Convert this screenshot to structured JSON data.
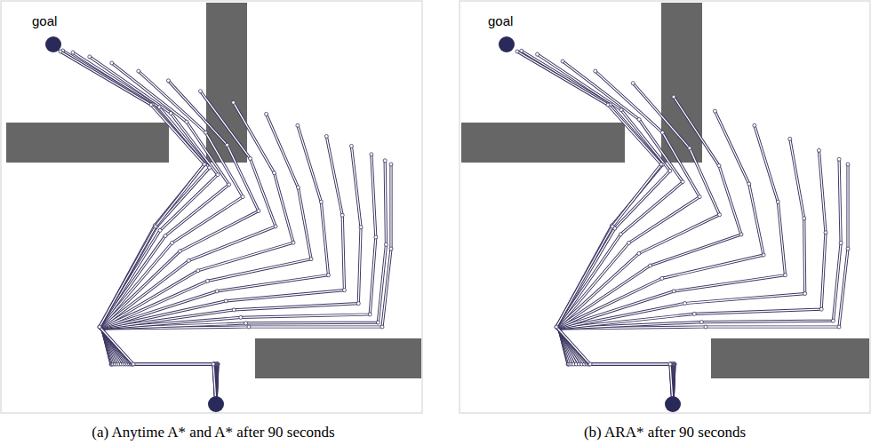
{
  "diagram": {
    "labels": [
      "goal",
      "(a) Anytime A* and A* after 90 seconds",
      "goal",
      "(b) ARA* after 90 seconds"
    ]
  }
}
